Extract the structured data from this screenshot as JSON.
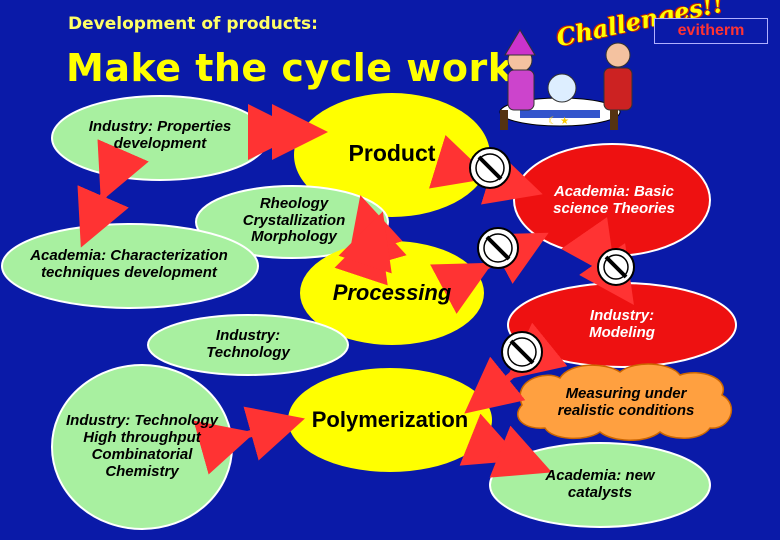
{
  "header": {
    "subtitle": "Development of products:",
    "title": "Make the cycle work!",
    "challenges": "Challenges!!",
    "logo_text": "evitherm"
  },
  "nodes": {
    "industry_properties": "Industry: Properties development",
    "product": "Product",
    "rheology": "Rheology Crystallization Morphology",
    "academia_characterization": "Academia: Characterization techniques development",
    "processing": "Processing",
    "industry_technology": "Industry: Technology",
    "industry_technology_high": "Industry: Technology High throughput Combinatorial Chemistry",
    "polymerization": "Polymerization",
    "academia_basic": "Academia: Basic science Theories",
    "industry_modeling": "Industry: Modeling",
    "measuring": "Measuring under realistic conditions",
    "academia_catalysts": "Academia: new catalysts"
  },
  "colors": {
    "background": "#0a1aa8",
    "light_green": "#a8f0a0",
    "yellow": "#ffff00",
    "red": "#ee1111",
    "orange": "#ffa040",
    "arrow": "#ff3333",
    "title": "#ffff00"
  }
}
